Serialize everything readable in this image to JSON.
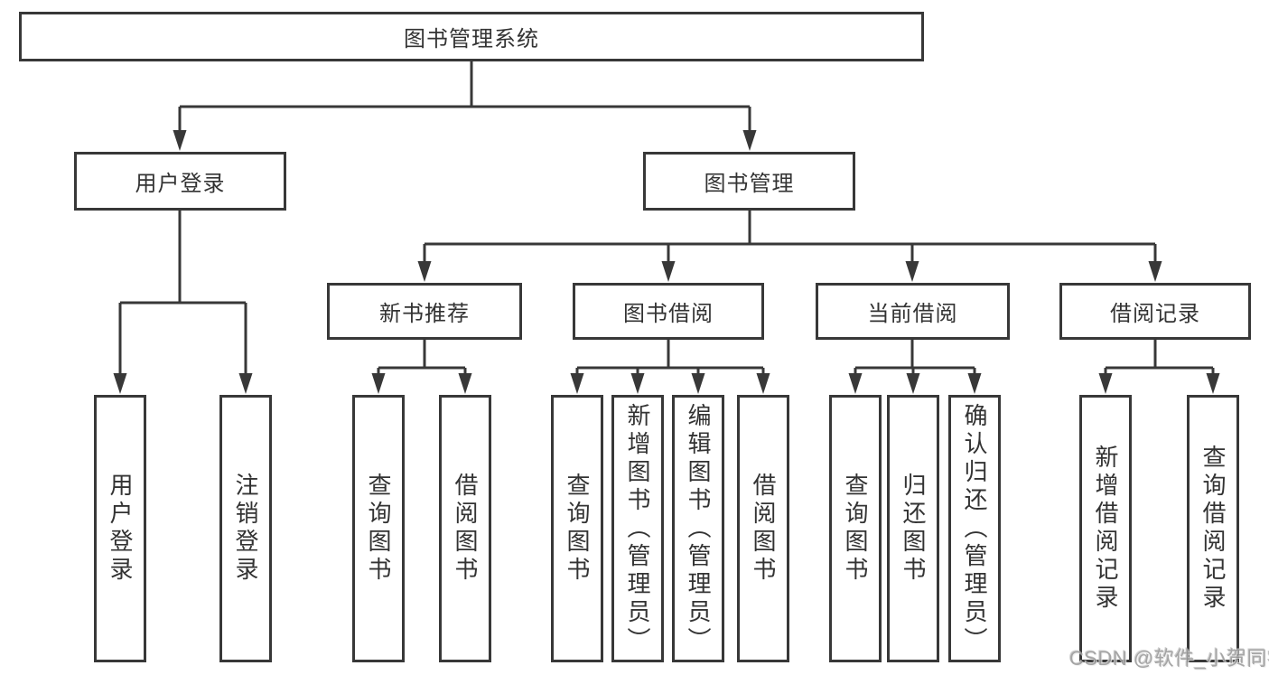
{
  "diagram": {
    "root": "图书管理系统",
    "branches": {
      "user_login": {
        "label": "用户登录",
        "children": [
          "用户登录",
          "注销登录"
        ]
      },
      "book_management": {
        "label": "图书管理",
        "sections": [
          {
            "label": "新书推荐",
            "children": [
              "查询图书",
              "借阅图书"
            ]
          },
          {
            "label": "图书借阅",
            "children": [
              "查询图书",
              "新增图书（管理员）",
              "编辑图书（管理员）",
              "借阅图书"
            ]
          },
          {
            "label": "当前借阅",
            "children": [
              "查询图书",
              "归还图书",
              "确认归还（管理员）"
            ]
          },
          {
            "label": "借阅记录",
            "children": [
              "新增借阅记录",
              "查询借阅记录"
            ]
          }
        ]
      }
    }
  },
  "watermark": "CSDN @软件_小贺同学",
  "colors": {
    "line": "#383838",
    "text": "#333333",
    "watermark": "#9c9c9c",
    "background": "#ffffff"
  }
}
